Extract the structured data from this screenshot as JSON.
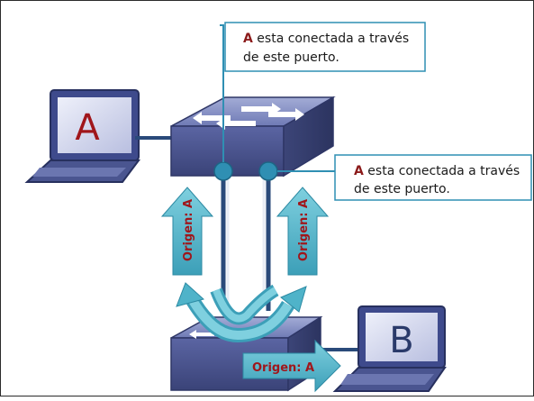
{
  "callouts": [
    {
      "bold": "A",
      "text": " esta conectada a través",
      "line2": "de este puerto."
    },
    {
      "bold": "A",
      "text": " esta conectada a través",
      "line2": "de este puerto."
    }
  ],
  "laptops": {
    "a_label": "A",
    "b_label": "B"
  },
  "arrows": {
    "left_label": "Origen: A",
    "right_label": "Origen: A",
    "bottom_label": "Origen: A"
  },
  "colors": {
    "accent": "#2f8fb3",
    "arrow": "#4fb3c9",
    "arrow_label": "#a0161b",
    "callout_bold": "#8b1a1a",
    "cable": "#2a4a7a",
    "switch_top": "#8a95c4",
    "switch_side": "#4b5590",
    "laptop_screen": "#d9dcef"
  }
}
